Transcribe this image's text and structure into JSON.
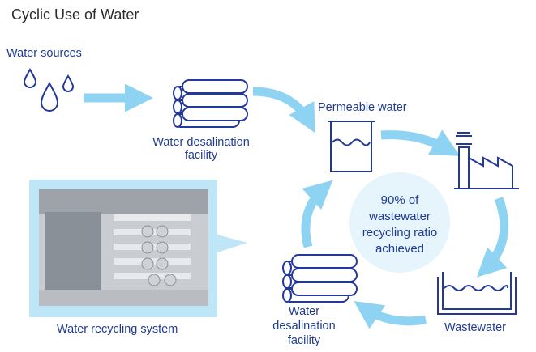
{
  "title": "Cyclic Use of Water",
  "labels": {
    "water_sources": "Water sources",
    "desal_top_1": "Water desalination",
    "desal_top_2": "facility",
    "permeable": "Permeable water",
    "wastewater": "Wastewater",
    "desal_bottom_1": "Water",
    "desal_bottom_2": "desalination",
    "desal_bottom_3": "facility",
    "recycling_system": "Water recycling system"
  },
  "center": {
    "line1": "90% of",
    "line2": "wastewater",
    "line3": "recycling ratio",
    "line4": "achieved"
  },
  "colors": {
    "arrow": "#8fd3f2",
    "icon_line": "#22389a",
    "circle_fill": "#e6f4fb",
    "photo_frame": "#bfe6f7"
  }
}
